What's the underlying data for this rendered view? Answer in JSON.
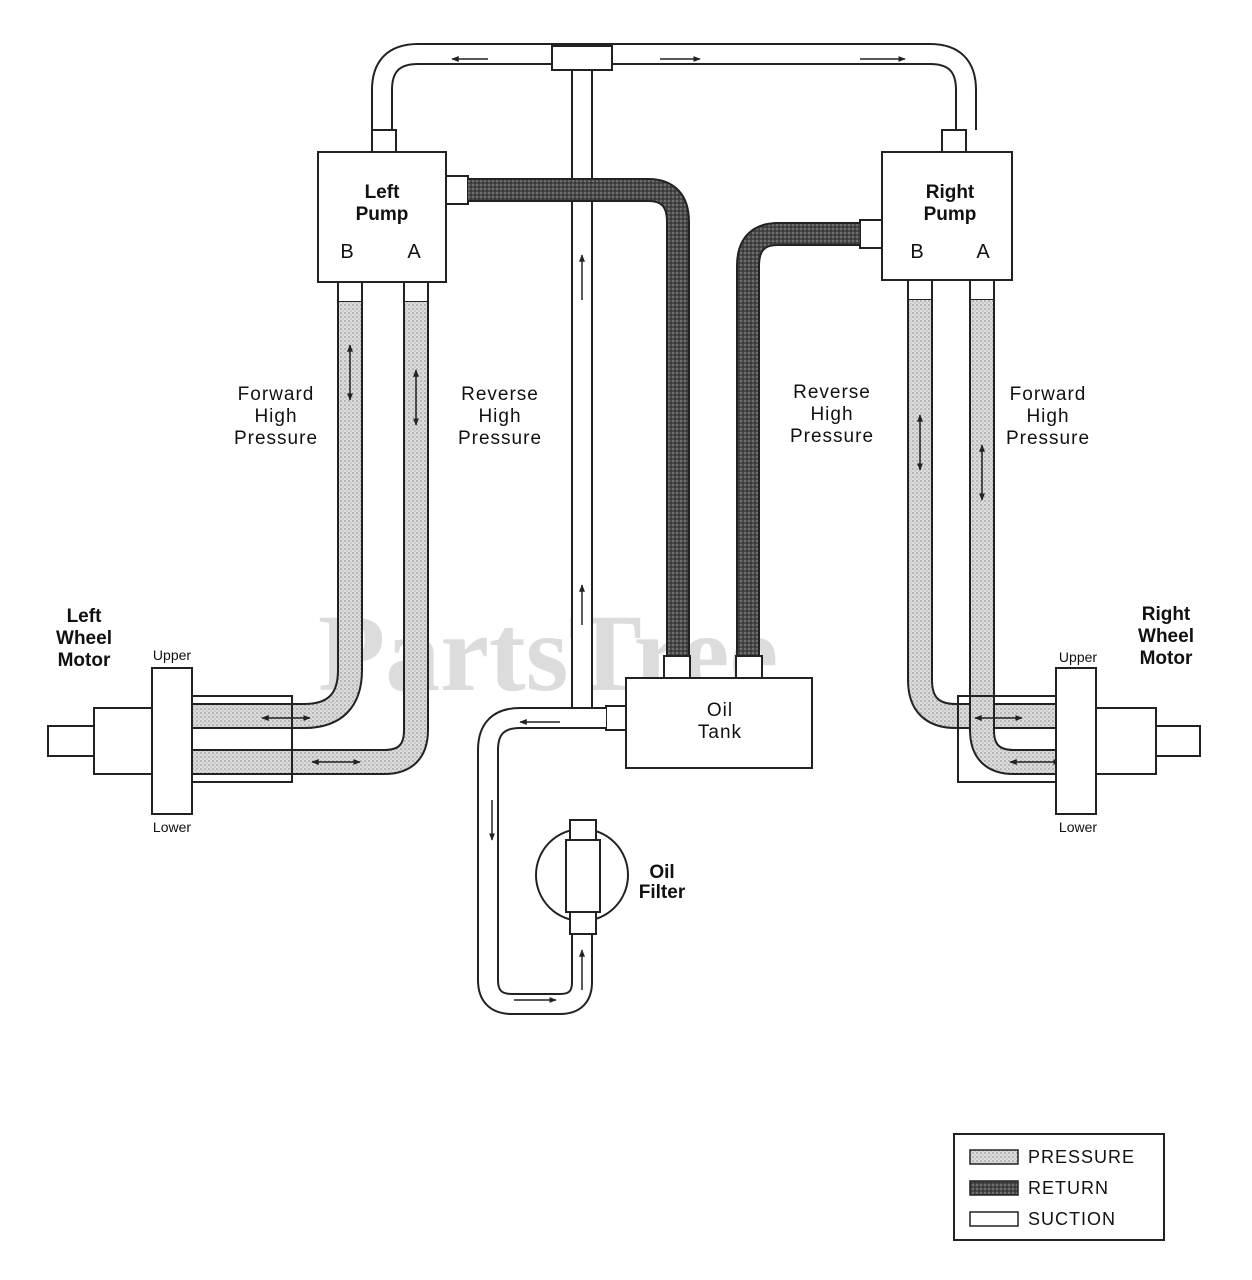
{
  "watermark": "PartsTree",
  "components": {
    "left_pump": {
      "line1": "Left",
      "line2": "Pump",
      "port_b": "B",
      "port_a": "A"
    },
    "right_pump": {
      "line1": "Right",
      "line2": "Pump",
      "port_b": "B",
      "port_a": "A"
    },
    "oil_tank": {
      "line1": "Oil",
      "line2": "Tank"
    },
    "oil_filter": {
      "line1": "Oil",
      "line2": "Filter"
    },
    "left_wheel_motor": {
      "line1": "Left",
      "line2": "Wheel",
      "line3": "Motor",
      "upper": "Upper",
      "lower": "Lower"
    },
    "right_wheel_motor": {
      "line1": "Right",
      "line2": "Wheel",
      "line3": "Motor",
      "upper": "Upper",
      "lower": "Lower"
    }
  },
  "line_labels": {
    "left_forward": {
      "line1": "Forward",
      "line2": "High",
      "line3": "Pressure"
    },
    "left_reverse": {
      "line1": "Reverse",
      "line2": "High",
      "line3": "Pressure"
    },
    "right_reverse": {
      "line1": "Reverse",
      "line2": "High",
      "line3": "Pressure"
    },
    "right_forward": {
      "line1": "Forward",
      "line2": "High",
      "line3": "Pressure"
    }
  },
  "legend": {
    "items": [
      {
        "label": "PRESSURE",
        "style": "pressure"
      },
      {
        "label": "RETURN",
        "style": "return"
      },
      {
        "label": "SUCTION",
        "style": "suction"
      }
    ]
  },
  "colors": {
    "pressure_fill": "#d9d9d9",
    "return_fill": "#555555",
    "suction_fill": "#ffffff",
    "outline": "#222222"
  }
}
